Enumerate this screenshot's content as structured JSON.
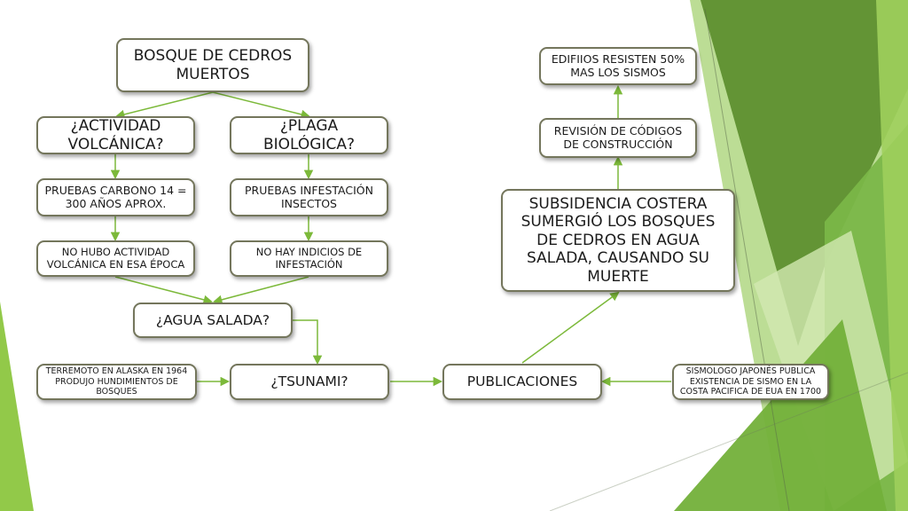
{
  "diagram": {
    "nodes": {
      "bosque": "BOSQUE DE CEDROS MUERTOS",
      "volcanica": "¿ACTIVIDAD VOLCÁNICA?",
      "plaga": "¿PLAGA BIOLÓGICA?",
      "carbono": "PRUEBAS CARBONO 14 = 300 AÑOS APROX.",
      "infestacion": "PRUEBAS INFESTACIÓN INSECTOS",
      "no_volcanica": "NO HUBO ACTIVIDAD VOLCÁNICA EN ESA ÉPOCA",
      "no_infestacion": "NO HAY INDICIOS DE INFESTACIÓN",
      "agua": "¿AGUA SALADA?",
      "terremoto": "TERREMOTO EN ALASKA EN 1964 PRODUJO HUNDIMIENTOS DE BOSQUES",
      "tsunami": "¿TSUNAMI?",
      "publicaciones": "PUBLICACIONES",
      "sismologo": "SISMOLOGO JAPONÉS PUBLICA EXISTENCIA DE SISMO EN LA COSTA PACIFICA DE EUA EN 1700",
      "subsidencia": "SUBSIDENCIA COSTERA SUMERGIÓ LOS BOSQUES DE CEDROS EN AGUA SALADA, CAUSANDO SU MUERTE",
      "revision": "REVISIÓN DE CÓDIGOS DE CONSTRUCCIÓN",
      "edificios": "EDIFIIOS RESISTEN 50% MAS LOS SISMOS"
    },
    "colors": {
      "arrow": "#7cb93a",
      "node_border": "#74765c",
      "deco_green_light": "#8cc63f",
      "deco_green_dark": "#5e8f2f"
    }
  }
}
